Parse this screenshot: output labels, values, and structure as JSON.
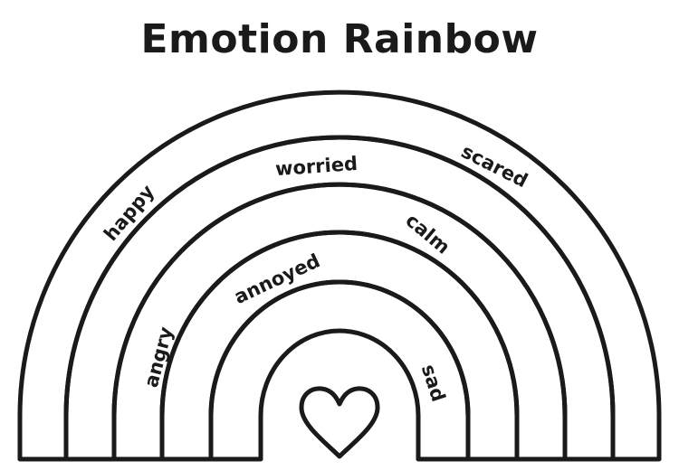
{
  "title": "Emotion Rainbow",
  "emotions": {
    "happy": "happy",
    "worried": "worried",
    "scared": "scared",
    "calm": "calm",
    "annoyed": "annoyed",
    "angry": "angry",
    "sad": "sad"
  },
  "center_icon": "heart-icon",
  "colors": {
    "ink": "#1a1a1a",
    "background": "#ffffff"
  }
}
